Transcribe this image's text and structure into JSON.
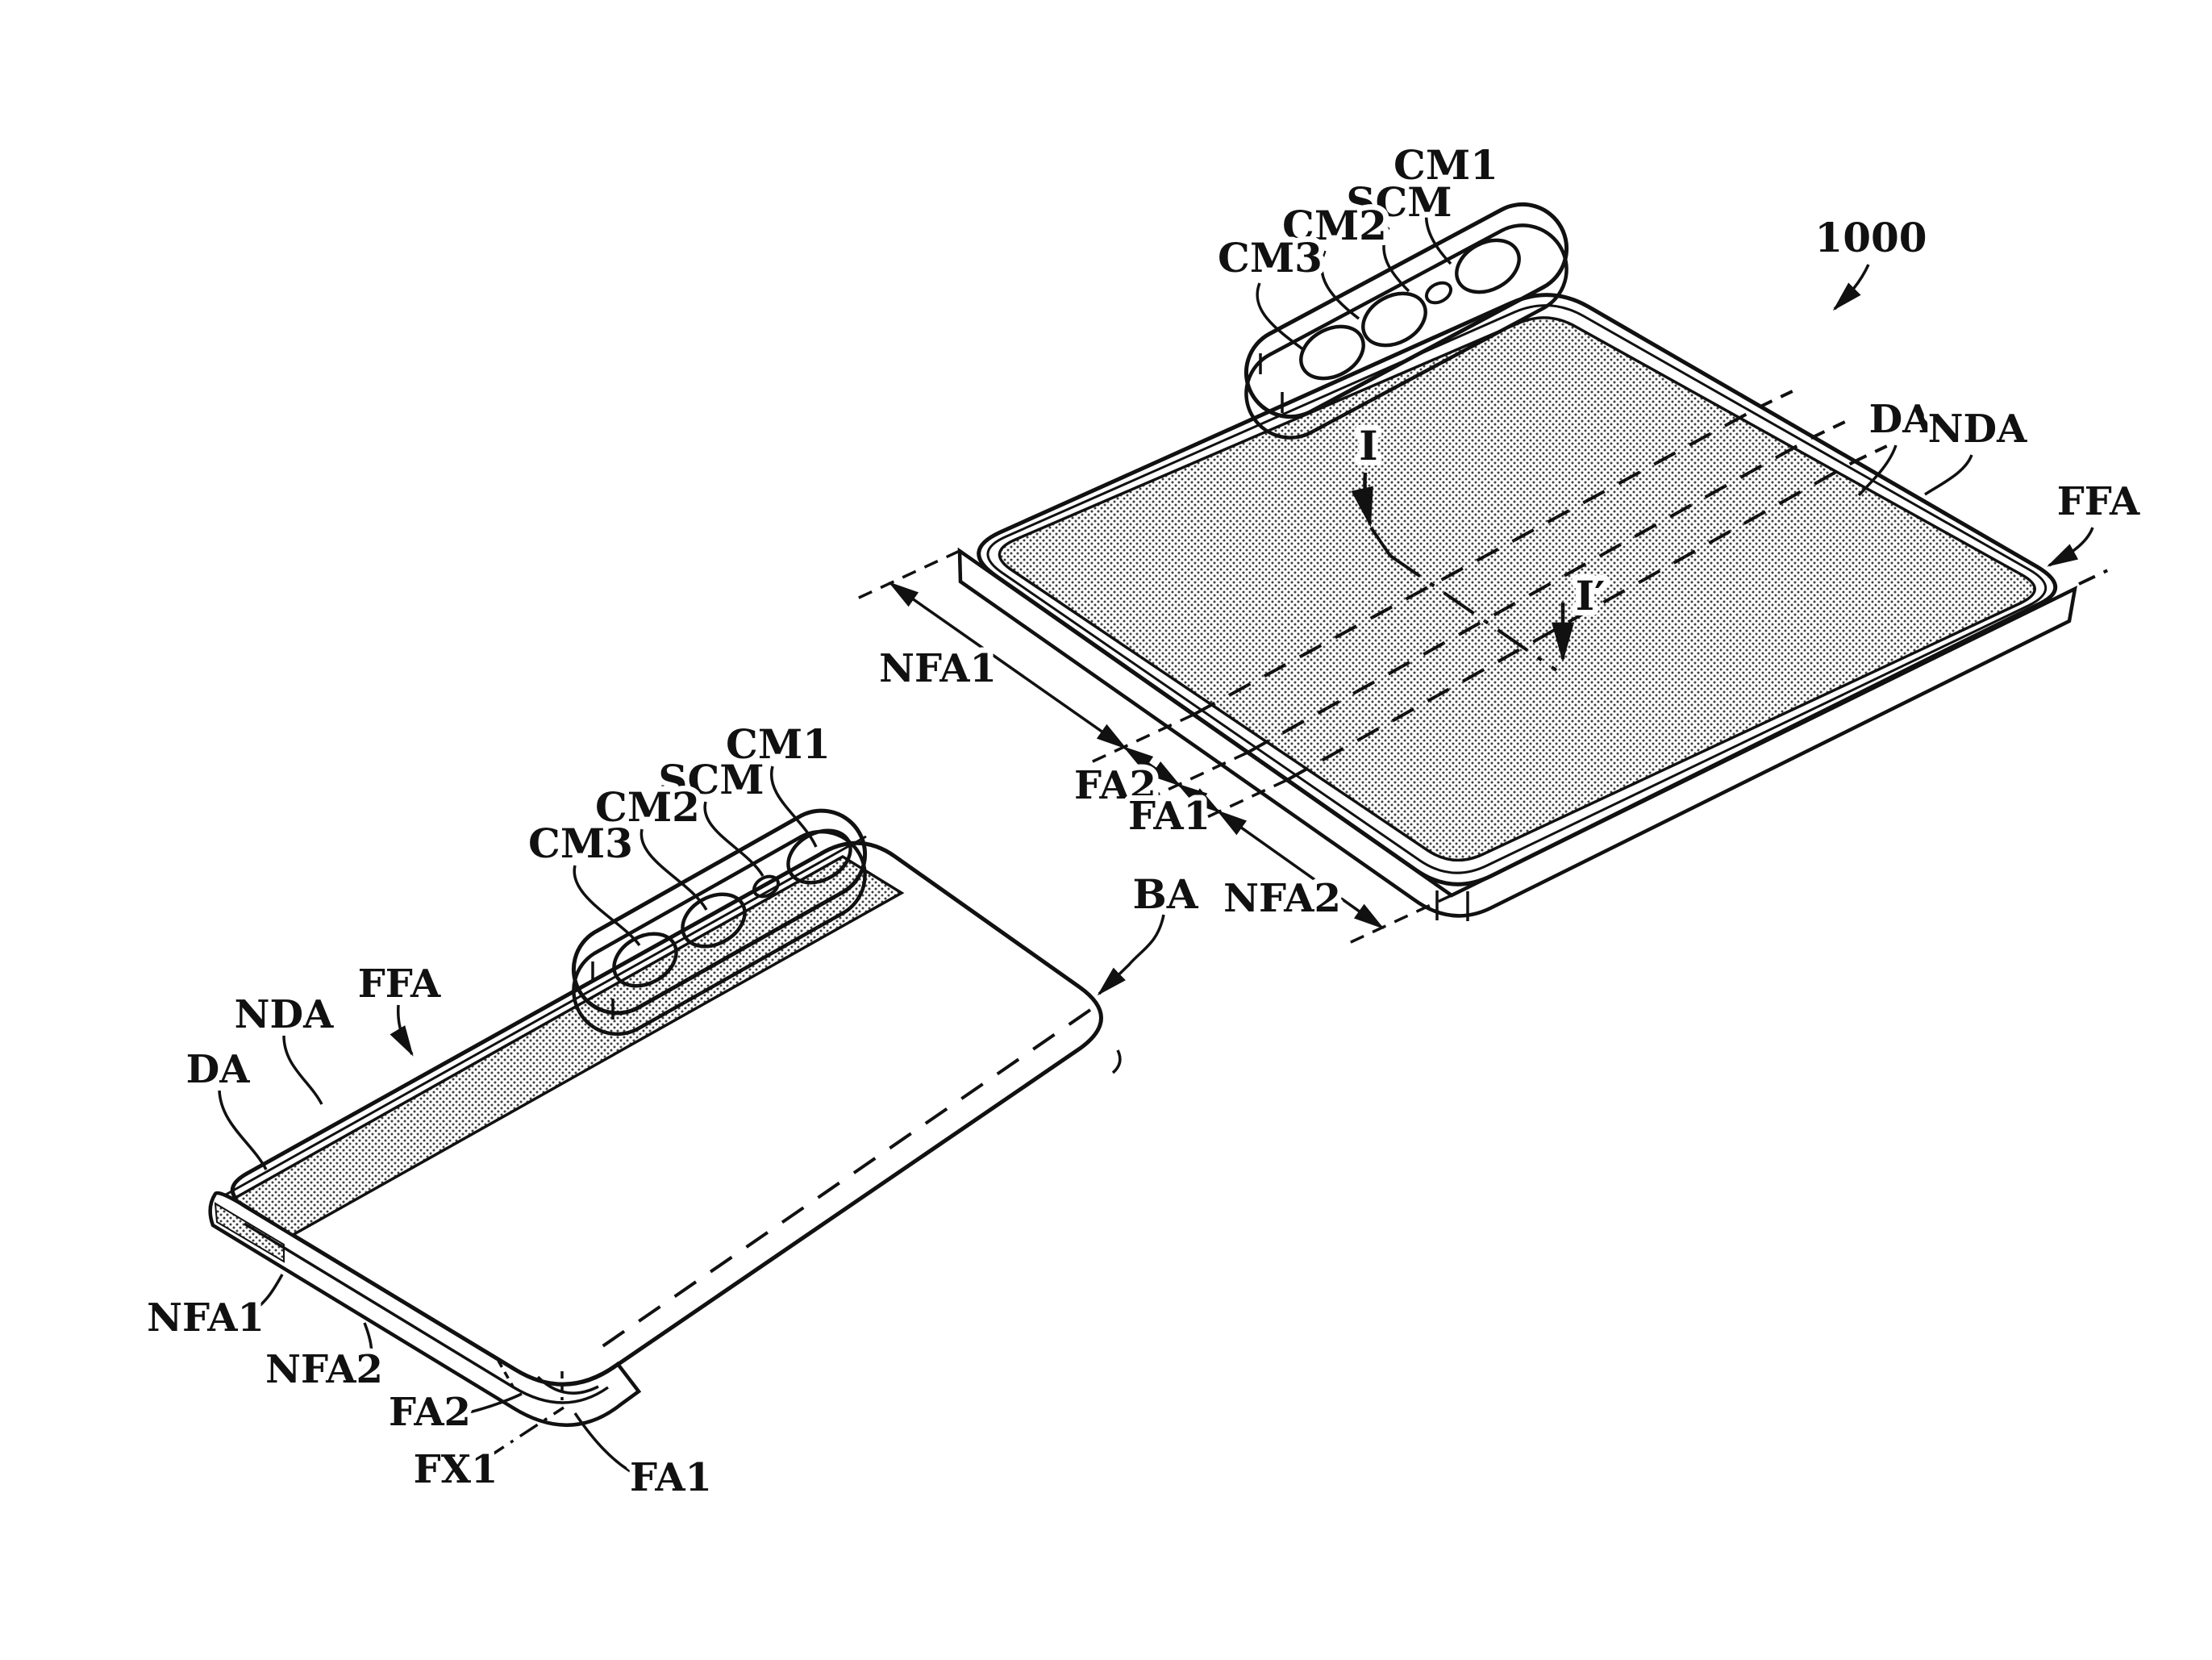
{
  "figure": {
    "background": "#ffffff",
    "ink_color": "#111111",
    "stipple_dot_color": "#3f3f3f",
    "unfolded_device": {
      "ref_numeral": "1000",
      "cm1": "CM1",
      "cm2": "CM2",
      "cm3": "CM3",
      "scm": "SCM",
      "da": "DA",
      "nda": "NDA",
      "ffa": "FFA",
      "section_start": "I",
      "section_end": "I′",
      "nfa1": "NFA1",
      "fa2": "FA2",
      "fa1": "FA1",
      "nfa2": "NFA2",
      "ba": "BA"
    },
    "folded_device": {
      "cm1": "CM1",
      "cm2": "CM2",
      "cm3": "CM3",
      "scm": "SCM",
      "da": "DA",
      "nda": "NDA",
      "ffa": "FFA",
      "nfa1": "NFA1",
      "nfa2": "NFA2",
      "fa2": "FA2",
      "fx1": "FX1",
      "fa1": "FA1"
    }
  }
}
